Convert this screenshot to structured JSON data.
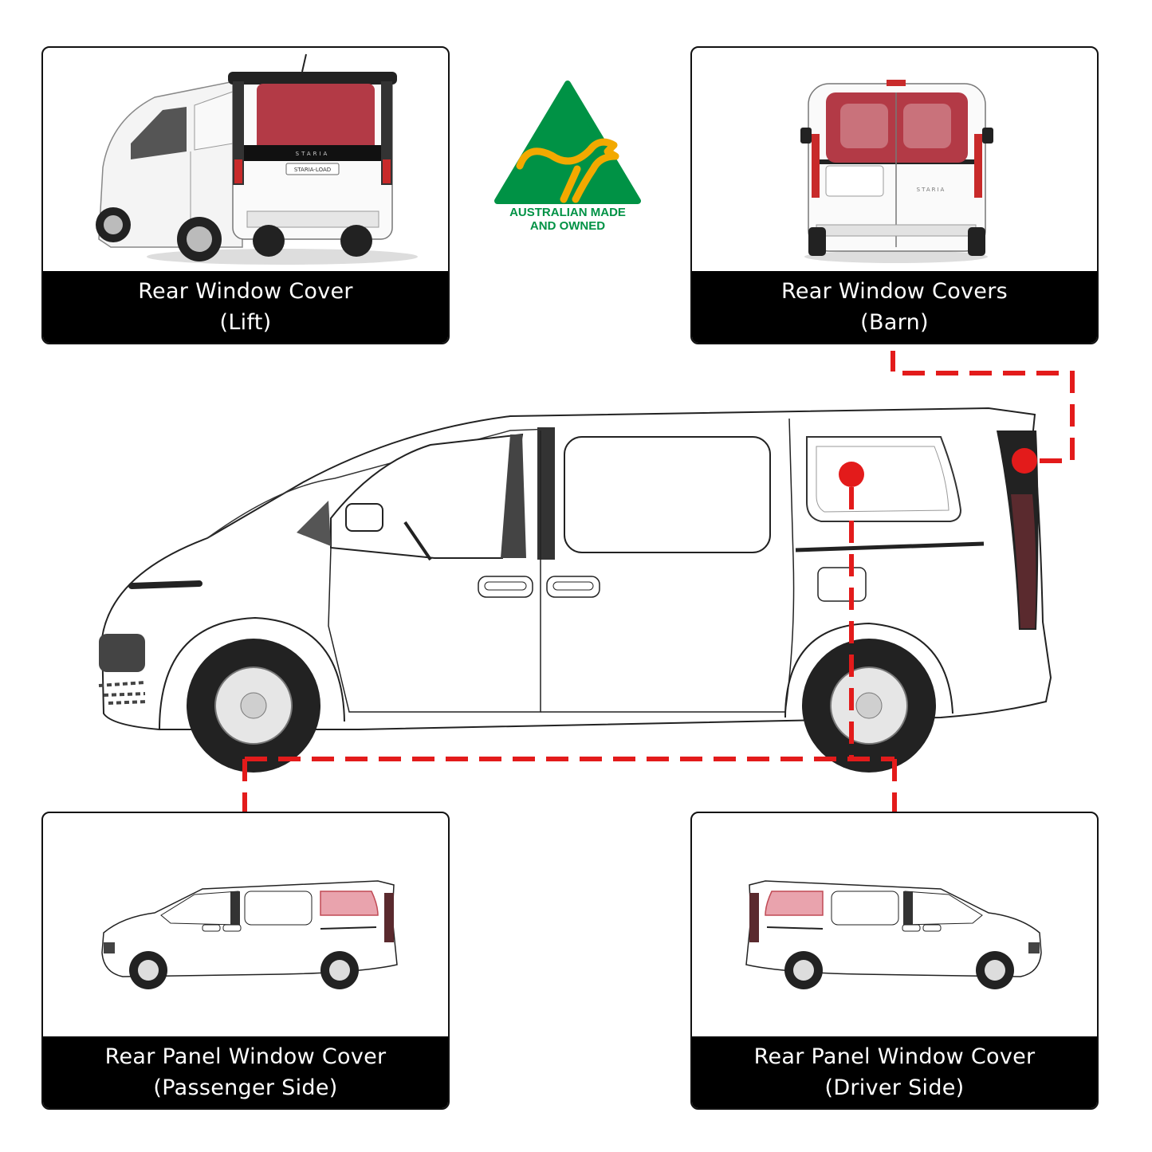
{
  "cards": {
    "lift": {
      "title": "Rear Window Cover",
      "subtitle": "(Lift)"
    },
    "barn": {
      "title": "Rear Window Covers",
      "subtitle": "(Barn)"
    },
    "pass": {
      "title": "Rear Panel Window Cover",
      "subtitle": "(Passenger Side)"
    },
    "driver": {
      "title": "Rear Panel Window Cover",
      "subtitle": "(Driver Side)"
    }
  },
  "van": {
    "badge": "STARIA",
    "plate": "STARIA-LOAD"
  },
  "logo": {
    "line1": "AUSTRALIAN MADE",
    "line2": "AND OWNED"
  },
  "colors": {
    "accent": "#e31b1b",
    "logo_green": "#009245",
    "logo_gold": "#f2a900",
    "window_tint": "#b33a46",
    "caption_bg": "#000000"
  }
}
